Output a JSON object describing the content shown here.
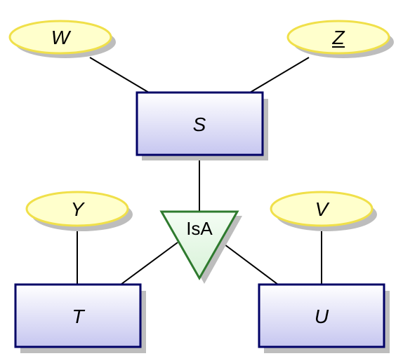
{
  "entities": {
    "S": {
      "label": "S"
    },
    "T": {
      "label": "T"
    },
    "U": {
      "label": "U"
    }
  },
  "attributes": {
    "W": {
      "label": "W",
      "key": false
    },
    "Z": {
      "label": "Z",
      "key": true
    },
    "Y": {
      "label": "Y",
      "key": false
    },
    "V": {
      "label": "V",
      "key": false
    }
  },
  "isa": {
    "label": "IsA"
  },
  "colors": {
    "entity_border": "#000066",
    "entity_fill_top": "#ffffff",
    "entity_fill_bottom": "#c8c8f0",
    "attribute_border": "#f0e04a",
    "attribute_fill": "#ffffcc",
    "isa_border": "#2e7a2e",
    "isa_fill": "#e6f8e6",
    "line": "#000000",
    "shadow": "#bdbdbd"
  }
}
